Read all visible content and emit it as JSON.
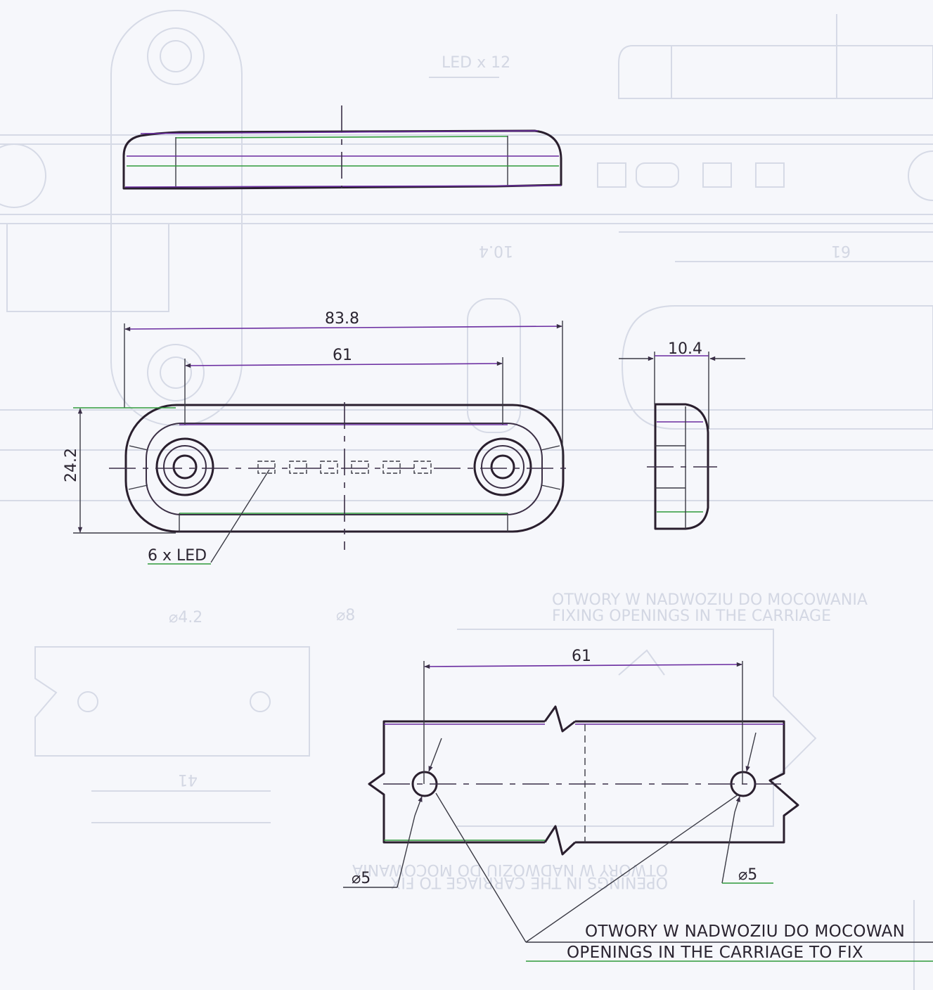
{
  "dimensions": {
    "overall_length": "83.8",
    "hole_spacing_top": "61",
    "height": "24.2",
    "depth": "10.4",
    "hole_spacing_bottom": "61",
    "hole_left": "⌀5",
    "hole_right": "⌀5"
  },
  "labels": {
    "led": "6 x LED",
    "mount_note_pl": "OTWORY W NADWOZIU DO MOCOWAN",
    "mount_note_en": "OPENINGS IN THE CARRIAGE TO FIX"
  },
  "background_ghost": {
    "led_label": "LED x 12",
    "dim_a": "10.4",
    "dim_b": "61",
    "dim_c": "⌀4.2",
    "dim_d": "⌀8",
    "dim_e": "41",
    "note_pl": "OTWORY W NADWOZIU DO MOCOWANIA",
    "note_en": "FIXING OPENINGS IN THE CARRIAGE",
    "note_pl_mirrored": "OTWORY W NADWOZIU DO MOCOWANIA",
    "note_en_mirrored": "OPENINGS IN THE CARRIAGE TO FIX"
  },
  "colors": {
    "line": "#2a1f2e",
    "accent_purple": "#6a2ca0",
    "accent_green": "#2f9a3a",
    "ghost": "#d6dae6",
    "paper": "#f6f7fb"
  }
}
